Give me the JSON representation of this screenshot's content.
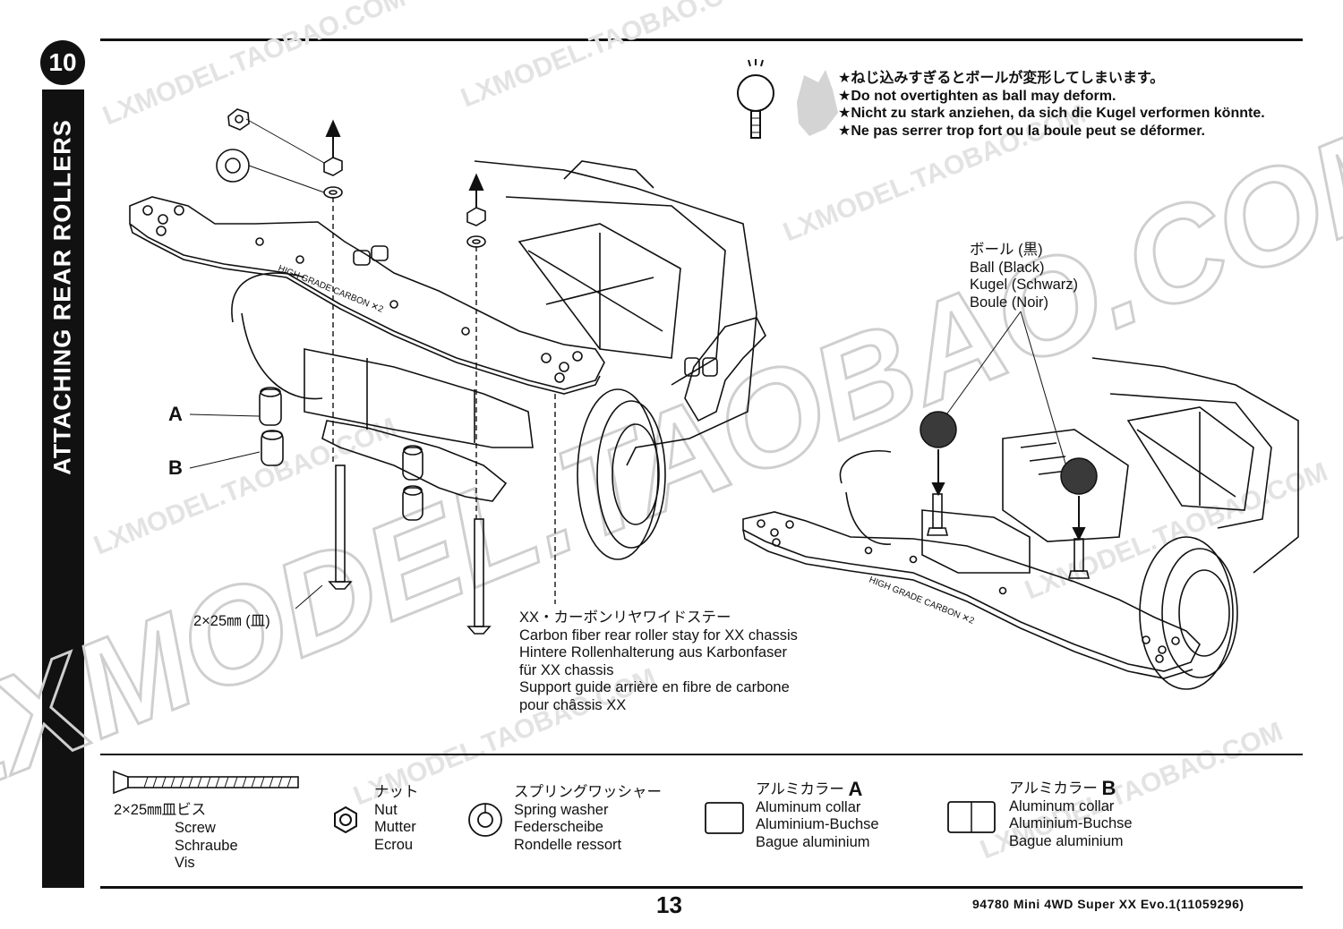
{
  "step": {
    "number": "10",
    "title": "ATTACHING REAR ROLLERS"
  },
  "warning": {
    "lines": [
      "★ねじ込みすぎるとボールが変形してしまいます。",
      "★Do not overtighten as ball may deform.",
      "★Nicht zu stark anziehen, da sich die Kugel verformen könnte.",
      "★Ne pas serrer trop fort ou la boule peut se déformer."
    ],
    "icon": "ball-stud-icon"
  },
  "callouts": {
    "ball": [
      "ボール (黒)",
      "Ball (Black)",
      "Kugel (Schwarz)",
      "Boule (Noir)"
    ],
    "stay": [
      "XX・カーボンリヤワイドステー",
      "Carbon fiber rear roller stay for XX chassis",
      "Hintere Rollenhalterung aus Karbonfaser",
      "für XX chassis",
      "Support guide arrière en fibre de carbone",
      "pour châssis XX"
    ],
    "screw_size": "2×25㎜ (皿)",
    "letter_a": "A",
    "letter_b": "B",
    "plate_marking": "HIGH GRADE CARBON ✕2"
  },
  "legend": [
    {
      "id": "screw",
      "icon": "countersunk-screw-icon",
      "jp": "2×25㎜皿ビス",
      "lines": [
        "Screw",
        "Schraube",
        "Vis"
      ]
    },
    {
      "id": "nut",
      "icon": "hex-nut-icon",
      "jp": "ナット",
      "lines": [
        "Nut",
        "Mutter",
        "Ecrou"
      ]
    },
    {
      "id": "washer",
      "icon": "spring-washer-icon",
      "jp": "スプリングワッシャー",
      "lines": [
        "Spring washer",
        "Federscheibe",
        "Rondelle ressort"
      ]
    },
    {
      "id": "collar_a",
      "icon": "collar-a-icon",
      "jp": "アルミカラー",
      "letter": "A",
      "lines": [
        "Aluminum collar",
        "Aluminium-Buchse",
        "Bague aluminium"
      ]
    },
    {
      "id": "collar_b",
      "icon": "collar-b-icon",
      "jp": "アルミカラー",
      "letter": "B",
      "lines": [
        "Aluminum collar",
        "Aluminium-Buchse",
        "Bague aluminium"
      ]
    }
  ],
  "footer": {
    "page": "13",
    "product": "94780  Mini  4WD  Super  XX  Evo.1(11059296)"
  },
  "watermark": "LXMODEL.TAOBAO.COM"
}
